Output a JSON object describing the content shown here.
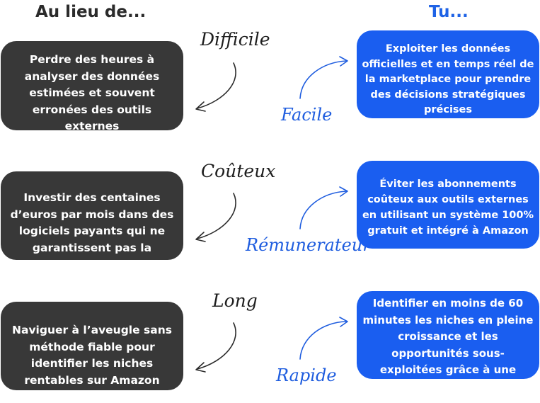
{
  "headings": {
    "left": "Au lieu de...",
    "right": "Tu..."
  },
  "rows": [
    {
      "negative_word": "Difficile",
      "positive_word": "Facile",
      "problem": "Perdre des heures à analyser des données estimées et souvent erronées des outils externes",
      "solution": "Exploiter les données officielles et en temps réel de la marketplace pour prendre des décisions stratégiques précises"
    },
    {
      "negative_word": "Coûteux",
      "positive_word": "Rémunerateur",
      "problem": "Investir des centaines d’euros par mois dans des logiciels payants qui ne garantissent pas la",
      "solution": "Éviter les abonnements coûteux aux outils externes en utilisant un système 100% gratuit et intégré à Amazon"
    },
    {
      "negative_word": "Long",
      "positive_word": "Rapide",
      "problem": "Naviguer à l’aveugle sans méthode fiable pour identifier les niches rentables sur Amazon",
      "solution": "Identifier en moins de 60 minutes les niches en pleine croissance et les opportunités sous-exploitées grâce à une"
    }
  ],
  "colors": {
    "dark_box": "#383838",
    "blue_box": "#1a5ef0",
    "heading_dark": "#2b2b2b",
    "heading_blue": "#1f63e6"
  }
}
